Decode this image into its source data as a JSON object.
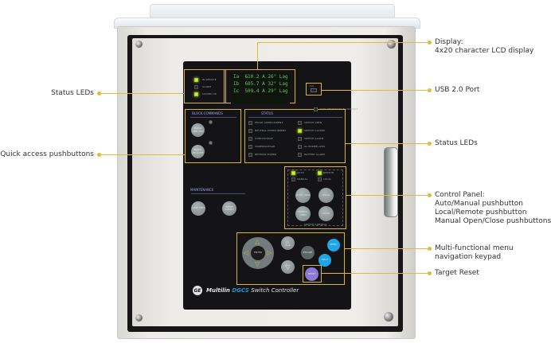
{
  "callouts_left": [
    {
      "label": "Status LEDs"
    },
    {
      "label": "Quick access pushbuttons"
    }
  ],
  "callouts_right": [
    {
      "lines": [
        "Display:",
        "4x20 character LCD display"
      ]
    },
    {
      "lines": [
        "USB 2.0 Port"
      ]
    },
    {
      "lines": [
        "Status LEDs"
      ]
    },
    {
      "lines": [
        "Control Panel:",
        "Auto/Manual pushbutton",
        "Local/Remote pushbutton",
        "Manual Open/Close pushbuttons"
      ]
    },
    {
      "lines": [
        "Multi-functional menu",
        "navigation keypad"
      ]
    },
    {
      "lines": [
        "Target Reset"
      ]
    }
  ],
  "device": {
    "brand": "GE",
    "product_prefix": "Multilin",
    "product_model": "DGCS",
    "product_suffix": "Switch Controller",
    "model_color": "#1f8fd6",
    "accent_color": "#d9b43a"
  },
  "lcd": {
    "rows": [
      "Ia  610.2 A 26° Lag",
      "Ib  605.7 A 32° Lag",
      "Ic  509.4 A 29° Lag"
    ]
  },
  "status_leds": [
    {
      "label": "IN SERVICE",
      "on": true
    },
    {
      "label": "ALARM",
      "on": false
    },
    {
      "label": "LOCKED CK",
      "on": true
    }
  ],
  "usb": {
    "label": "USB"
  },
  "block_commands": {
    "title": "BLOCK COMMANDS",
    "buttons": [
      "BLOCK GND TRIP",
      "BLOCK RECLOSE"
    ]
  },
  "status_panel": {
    "title": "STATUS",
    "top_item": {
      "label": "AUTO RESTORATION LOCKOUT",
      "on": false
    },
    "left": [
      {
        "label": "PHASE OVERCURRENT",
        "on": false
      },
      {
        "label": "NEUTRAL OVERCURRENT",
        "on": false
      },
      {
        "label": "OVERVOLTAGE",
        "on": false
      },
      {
        "label": "UNDERVOLTAGE",
        "on": false
      },
      {
        "label": "REVERSE POWER",
        "on": false
      }
    ],
    "right": [
      {
        "label": "SWITCH OPEN",
        "on": false
      },
      {
        "label": "SWITCH CLOSED",
        "on": true
      },
      {
        "label": "SWITCH ALARM",
        "on": false
      },
      {
        "label": "AC POWER LOSS",
        "on": false
      },
      {
        "label": "BATTERY ALARM",
        "on": false
      }
    ]
  },
  "maintenance": {
    "title": "MAINTENANCE",
    "buttons": [
      "LAMP TEST",
      "RESET TARGET"
    ]
  },
  "switch_control": {
    "title": "SWITCH CONTROL",
    "indicators": [
      {
        "label": "AUTO",
        "on": true
      },
      {
        "label": "REMOTE",
        "on": true
      },
      {
        "label": "MANUAL",
        "on": false
      },
      {
        "label": "LOCAL",
        "on": false
      }
    ],
    "buttons": [
      "AUTO / MAN",
      "LOCAL",
      "MANUAL OPEN",
      "CLOSE"
    ]
  },
  "keypad": {
    "center_label": "ENTER",
    "up_label": "△",
    "down_label": "▽",
    "left_label": "◁",
    "right_label": "▷",
    "escape_label": "ESCAPE",
    "menu_label": "MENU",
    "help_label": "HELP",
    "reset_label": "RESET",
    "menu_color": "#1ea7e8",
    "reset_color": "#8d7ad6"
  }
}
